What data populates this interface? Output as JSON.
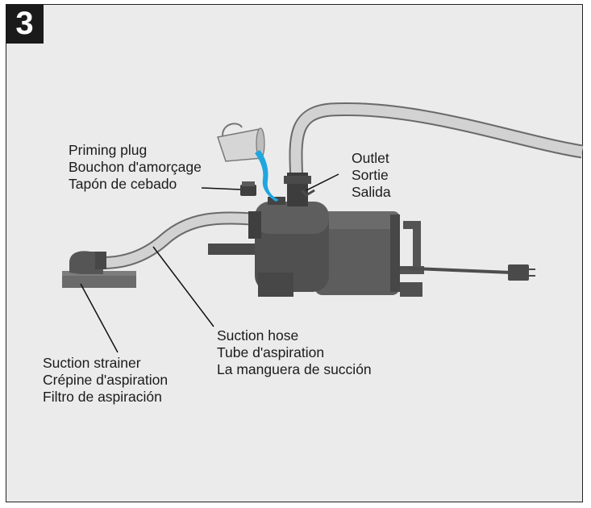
{
  "step_number": "3",
  "labels": {
    "priming_plug": {
      "en": "Priming plug",
      "fr": "Bouchon d'amorçage",
      "es": "Tapón de cebado"
    },
    "outlet": {
      "en": "Outlet",
      "fr": "Sortie",
      "es": "Salida"
    },
    "suction_hose": {
      "en": "Suction hose",
      "fr": "Tube d'aspiration",
      "es": "La manguera de succión"
    },
    "suction_strainer": {
      "en": "Suction strainer",
      "fr": "Crépine d'aspiration",
      "es": "Filtro de aspiración"
    }
  },
  "colors": {
    "background": "#ebebeb",
    "pump_body": "#5b5b5b",
    "pump_dark": "#3c3c3c",
    "hose": "#c9c9c9",
    "water": "#1ea6e0"
  }
}
